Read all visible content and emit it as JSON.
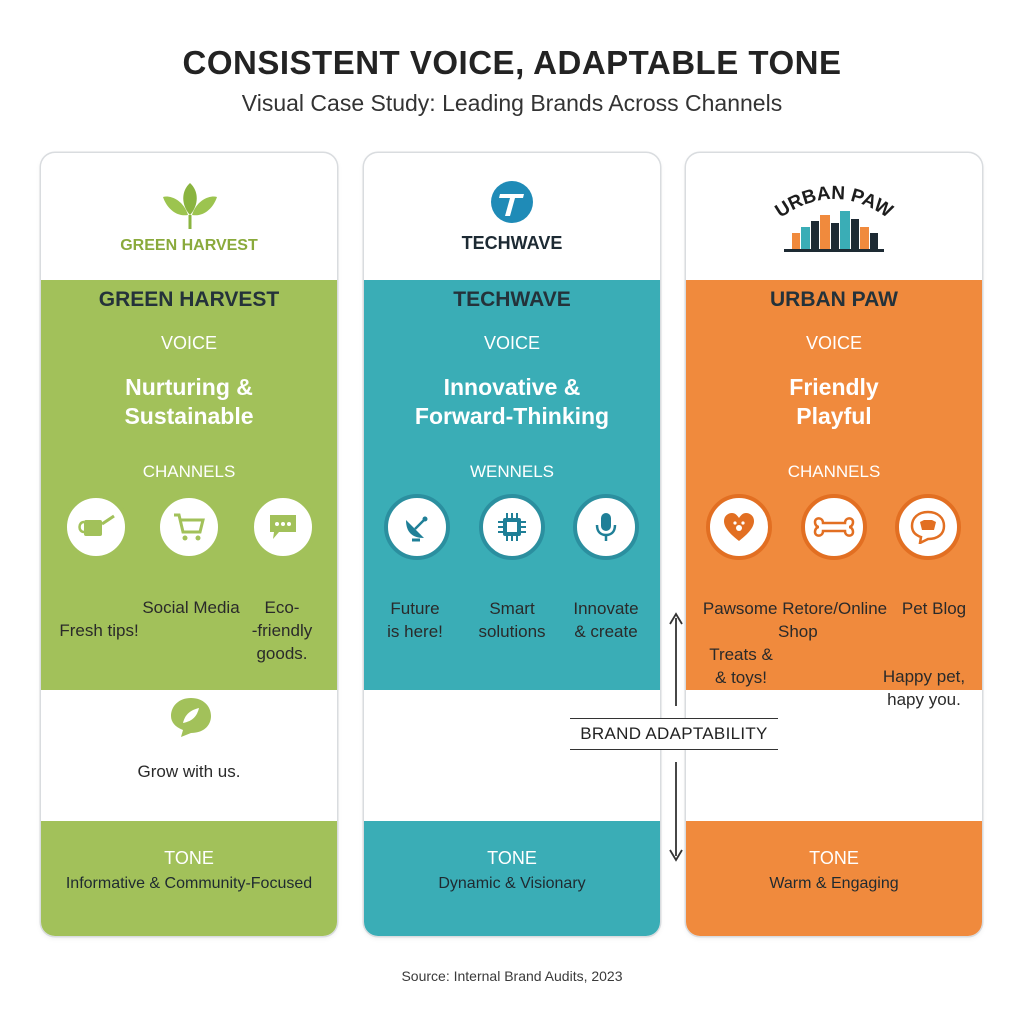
{
  "header": {
    "title": "CONSISTENT VOICE, ADAPTABLE TONE",
    "subtitle": "Visual Case Study: Leading Brands Across Channels"
  },
  "colors": {
    "green": "#a2c15a",
    "teal": "#3aadb6",
    "orange": "#f08a3d"
  },
  "cards": [
    {
      "logo_text": "GREEN HARVEST",
      "logo_icon": "leaves-icon",
      "name": "GREEN HARVEST",
      "voice_label": "VOICE",
      "voice_line1": "Nurturing &",
      "voice_line2": "Sustainable",
      "channels_label": "CHANNELS",
      "channel_icons": [
        "watering-can-icon",
        "shopping-cart-icon",
        "chat-bubble-icon"
      ],
      "channel_texts": [
        "Fresh tips!",
        "Social Media",
        "Eco-",
        "-friendly",
        "goods."
      ],
      "extra_icon": "leaf-bubble-icon",
      "extra_text": "Grow with us.",
      "tone_label": "TONE",
      "tone_text": "Informative & Community-Focused"
    },
    {
      "logo_text": "TECHWAVE",
      "logo_icon": "techwave-t-icon",
      "name": "TECHWAVE",
      "voice_label": "VOICE",
      "voice_line1": "Innovative &",
      "voice_line2": "Forward-Thinking",
      "channels_label": "WENNELS",
      "channel_icons": [
        "satellite-dish-icon",
        "chip-icon",
        "microphone-icon"
      ],
      "channel_texts": [
        "Future",
        "is here!",
        "Smart",
        "solutions",
        "Innovate",
        "& create"
      ],
      "tone_label": "TONE",
      "tone_text": "Dynamic & Visionary"
    },
    {
      "logo_text": "URBAN PAW",
      "logo_icon": "city-skyline-icon",
      "name": "URBAN PAW",
      "voice_label": "VOICE",
      "voice_line1": "Friendly",
      "voice_line2": "Playful",
      "channels_label": "CHANNELS",
      "channel_icons": [
        "heart-paw-icon",
        "bone-icon",
        "dog-bubble-icon"
      ],
      "channel_texts": [
        "Pawsome Retore/Online",
        "Shop",
        "Pet Blog",
        "Treats &",
        "& toys!",
        "Happy pet,",
        "hapy you."
      ],
      "tone_label": "TONE",
      "tone_text": "Warm & Engaging"
    }
  ],
  "adaptability_label": "BRAND ADAPTABILITY",
  "source": "Source: Internal Brand Audits, 2023"
}
